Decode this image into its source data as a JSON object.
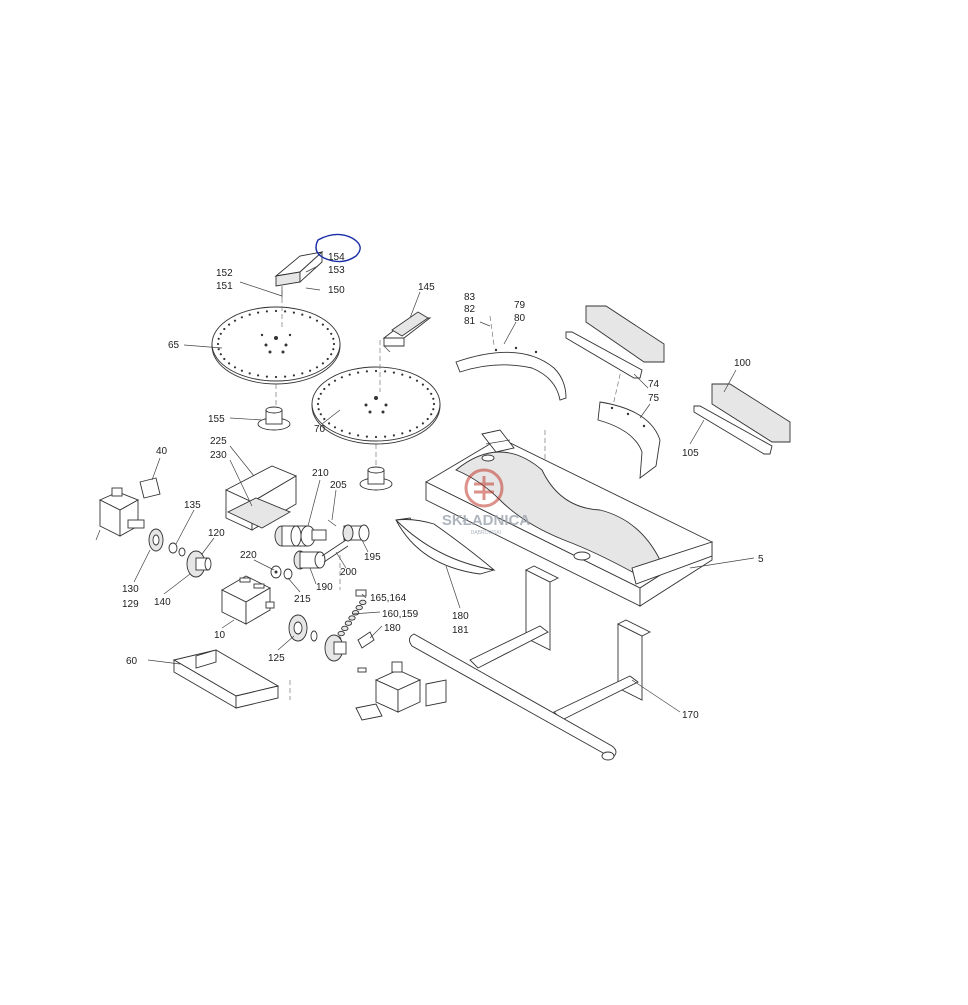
{
  "diagram": {
    "labels": {
      "l154": "154",
      "l153": "153",
      "l152": "152",
      "l151": "151",
      "l150": "150",
      "l145": "145",
      "l83": "83",
      "l82": "82",
      "l81": "81",
      "l79": "79",
      "l80": "80",
      "l65": "65",
      "l100": "100",
      "l74": "74",
      "l75": "75",
      "l105": "105",
      "l155": "155",
      "l70": "70",
      "l225": "225",
      "l230": "230",
      "l40": "40",
      "l210": "210",
      "l205": "205",
      "l135": "135",
      "l120": "120",
      "l220": "220",
      "l195": "195",
      "l200": "200",
      "l190": "190",
      "l215": "215",
      "l130": "130",
      "l129": "129",
      "l140": "140",
      "l10": "10",
      "l165_164": "165,164",
      "l160_159": "160,159",
      "l180a": "180",
      "l180b": "180",
      "l181": "181",
      "l5": "5",
      "l60": "60",
      "l125": "125",
      "l170": "170"
    },
    "highlight": {
      "color": "#1a2ea8",
      "target": "154"
    },
    "watermark": {
      "name": "SKŁADNICA",
      "sub": "DĄBROWSKI",
      "color": "#c0392b"
    }
  }
}
